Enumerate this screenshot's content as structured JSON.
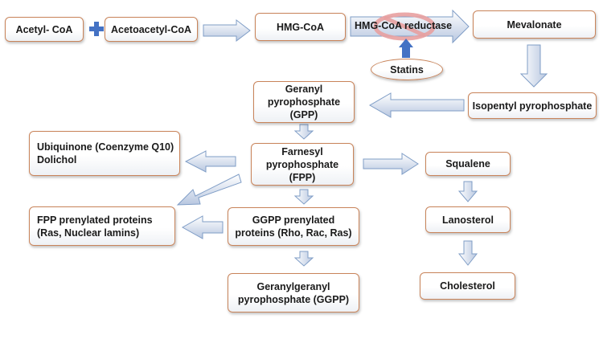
{
  "nodes": {
    "acetyl_coa": "Acetyl- CoA",
    "acetoacetyl_coa": "Acetoacetyl-CoA",
    "hmg_coa": "HMG-CoA",
    "hmg_coa_reductase": "HMG-CoA reductase",
    "mevalonate": "Mevalonate",
    "statins": "Statins",
    "isopentyl_pp": "Isopentyl pyrophosphate",
    "geranyl_pp": "Geranyl\npyrophosphate\n(GPP)",
    "farnesyl_pp": "Farnesyl\npyrophosphate\n(FPP)",
    "ubiquinone": "Ubiquinone (Coenzyme Q10)\nDolichol",
    "squalene": "Squalene",
    "fpp_prenylated": "FPP prenylated proteins\n(Ras, Nuclear lamins)",
    "ggpp_prenylated": "GGPP prenylated\nproteins (Rho, Rac, Ras)",
    "lanosterol": "Lanosterol",
    "cholesterol": "Cholesterol",
    "geranylgeranyl_pp": "Geranylgeranyl\npyrophosphate (GGPP)"
  },
  "plus_symbol": "+",
  "colors": {
    "box_border": "#c9845a",
    "arrow_fill_light": "#ffffff",
    "arrow_fill_dark": "#b8c7e0",
    "arrow_stroke": "#7f9dc6",
    "plus_blue": "#4472c4",
    "inhibit_arrow": "#4472c4",
    "prohibition_red": "#e8a0a0"
  },
  "icons": [
    "prohibition-icon",
    "plus-icon"
  ]
}
